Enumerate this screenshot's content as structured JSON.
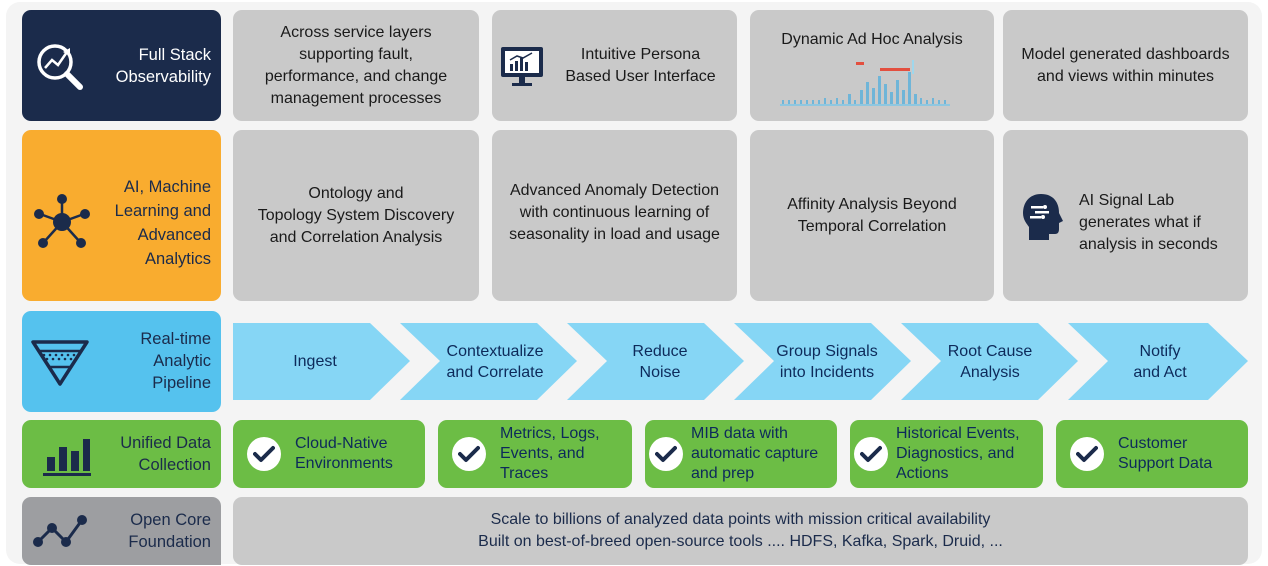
{
  "rows": {
    "fso": {
      "label_line1": "Full Stack",
      "label_line2": "Observability",
      "icon": "magnifier-chart-icon",
      "color": "#1b2b4b"
    },
    "ai": {
      "label_line1": "AI, Machine",
      "label_line2": "Learning and",
      "label_line3": "Advanced",
      "label_line4": "Analytics",
      "icon": "network-hub-icon",
      "color": "#f9ac2f"
    },
    "pipeline": {
      "label_line1": "Real-time",
      "label_line2": "Analytic",
      "label_line3": "Pipeline",
      "icon": "funnel-icon",
      "color": "#55c2ee"
    },
    "collection": {
      "label_line1": "Unified Data",
      "label_line2": "Collection",
      "icon": "bar-chart-icon",
      "color": "#6cbd45"
    },
    "core": {
      "label_line1": "Open Core",
      "label_line2": "Foundation",
      "icon": "line-graph-icon",
      "color": "#9d9ea1"
    }
  },
  "fso_cells": [
    {
      "lines": [
        "Across service layers",
        "supporting fault,",
        "performance, and change",
        "management processes"
      ]
    },
    {
      "lines": [
        "Intuitive Persona",
        "Based User Interface"
      ],
      "icon": "monitor-chart-icon"
    },
    {
      "lines": [
        "Dynamic Ad Hoc Analysis"
      ],
      "icon": "mini-bar-chart-icon"
    },
    {
      "lines": [
        "Model generated dashboards",
        "and views within minutes"
      ]
    }
  ],
  "ai_cells": [
    {
      "lines": [
        "Ontology and",
        "Topology System Discovery",
        "and Correlation Analysis"
      ]
    },
    {
      "lines": [
        "Advanced Anomaly Detection",
        "with continuous learning of",
        "seasonality in load and usage"
      ]
    },
    {
      "lines": [
        "Affinity Analysis Beyond",
        "Temporal Correlation"
      ]
    },
    {
      "lines": [
        "AI Signal Lab",
        "generates what if",
        "analysis in seconds"
      ],
      "icon": "ai-head-icon"
    }
  ],
  "pipeline_steps": [
    {
      "lines": [
        "Ingest"
      ]
    },
    {
      "lines": [
        "Contextualize",
        "and Correlate"
      ]
    },
    {
      "lines": [
        "Reduce",
        "Noise"
      ]
    },
    {
      "lines": [
        "Group Signals",
        "into Incidents"
      ]
    },
    {
      "lines": [
        "Root Cause",
        "Analysis"
      ]
    },
    {
      "lines": [
        "Notify",
        "and Act"
      ]
    }
  ],
  "collection_items": [
    {
      "lines": [
        "Cloud-Native",
        "Environments"
      ]
    },
    {
      "lines": [
        "Metrics, Logs,",
        "Events, and",
        "Traces"
      ]
    },
    {
      "lines": [
        "MIB data with",
        "automatic capture",
        "and prep"
      ]
    },
    {
      "lines": [
        "Historical Events,",
        "Diagnostics, and",
        "Actions"
      ]
    },
    {
      "lines": [
        "Customer",
        "Support Data"
      ]
    }
  ],
  "core_text": {
    "line1": "Scale to billions of analyzed data points with mission critical availability",
    "line2": "Built on best-of-breed open-source tools .... HDFS, Kafka, Spark, Druid, ..."
  },
  "colors": {
    "navy": "#1b2b4b",
    "orange": "#f9ac2f",
    "sky": "#55c2ee",
    "arrow": "#86d6f5",
    "green": "#6cbd45",
    "gray": "#c9c9c9",
    "foundation": "#9d9ea1"
  }
}
